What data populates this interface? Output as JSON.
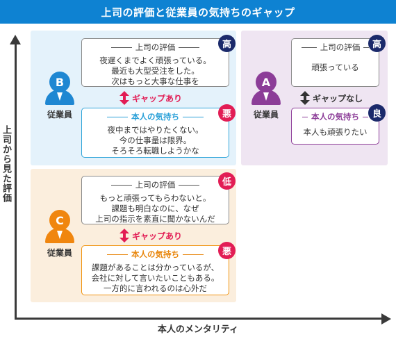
{
  "title": "上司の評価と従業員の気持ちのギャップ",
  "axes": {
    "y_label": "上司から見た評価",
    "x_label": "本人のメンタリティ"
  },
  "quadrants": {
    "b": {
      "person_letter": "B",
      "person_label": "従業員",
      "boss_heading": "上司の評価",
      "boss_badge": "高",
      "boss_lines": [
        "夜遅くまでよく頑張っている。",
        "最近も大型受注をした。",
        "次はもっと大事な仕事を"
      ],
      "gap_label": "ギャップあり",
      "self_heading": "本人の気持ち",
      "self_badge": "悪",
      "self_lines": [
        "夜中まではやりたくない。",
        "今の仕事量は限界。",
        "そろそろ転職しようかな"
      ]
    },
    "a": {
      "person_letter": "A",
      "person_label": "従業員",
      "boss_heading": "上司の評価",
      "boss_badge": "高",
      "boss_lines": [
        "頑張っている"
      ],
      "gap_label": "ギャップなし",
      "self_heading": "本人の気持ち",
      "self_badge": "良",
      "self_lines": [
        "本人も頑張りたい"
      ]
    },
    "c": {
      "person_letter": "C",
      "person_label": "従業員",
      "boss_heading": "上司の評価",
      "boss_badge": "低",
      "boss_lines": [
        "もっと頑張ってもらわないと。",
        "課題も明白なのに、なぜ",
        "上司の指示を素直に聞かないんだ"
      ],
      "gap_label": "ギャップあり",
      "self_heading": "本人の気持ち",
      "self_badge": "悪",
      "self_lines": [
        "課題があることは分かっているが、",
        "会社に対して言いたいこともある。",
        "一方的に言われるのは心外だ"
      ]
    }
  },
  "colors": {
    "title_bar": "#0e82d2",
    "quadrant_b": "#e4f2fb",
    "quadrant_a": "#efe5f2",
    "quadrant_c": "#fbeedd",
    "person_b": "#1f87d2",
    "person_a": "#8c3d98",
    "person_c": "#f0860f",
    "badge_high": "#1b2a6b",
    "badge_bad": "#e21d55",
    "gap_arrow": "#e21d55"
  },
  "icons": {
    "person": "person-icon",
    "gap_arrow": "double-arrow-icon"
  }
}
